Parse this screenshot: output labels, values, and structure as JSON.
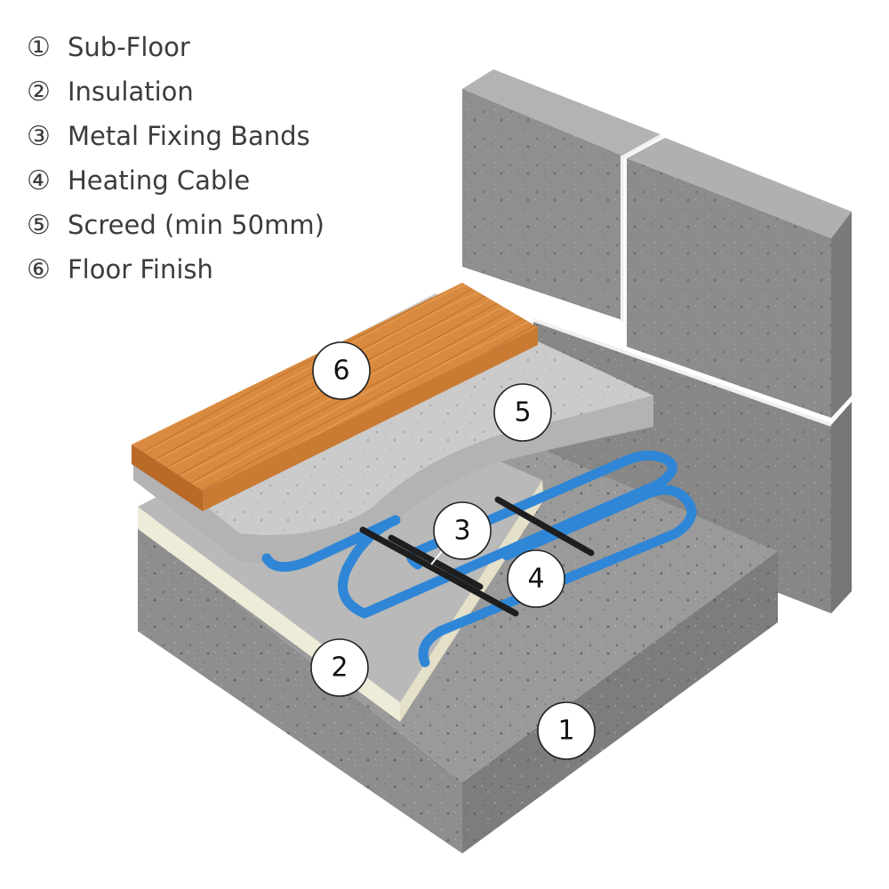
{
  "legend": {
    "items": [
      {
        "symbol": "①",
        "label": "Sub-Floor"
      },
      {
        "symbol": "②",
        "label": "Insulation"
      },
      {
        "symbol": "③",
        "label": "Metal Fixing Bands"
      },
      {
        "symbol": "④",
        "label": "Heating Cable"
      },
      {
        "symbol": "⑤",
        "label": "Screed (min 50mm)"
      },
      {
        "symbol": "⑥",
        "label": "Floor Finish"
      }
    ]
  },
  "callouts": {
    "c1": "1",
    "c2": "2",
    "c3": "3",
    "c4": "4",
    "c5": "5",
    "c6": "6"
  },
  "colors": {
    "concrete": "#8c8c8c",
    "insulation_edge": "#eeebd8",
    "insulation_top": "#b9b9b9",
    "heating_cable": "#2f86d6",
    "fixing_band": "#1e1e1e",
    "screed": "#c9c9c9",
    "floor_finish": "#d98a3f"
  }
}
